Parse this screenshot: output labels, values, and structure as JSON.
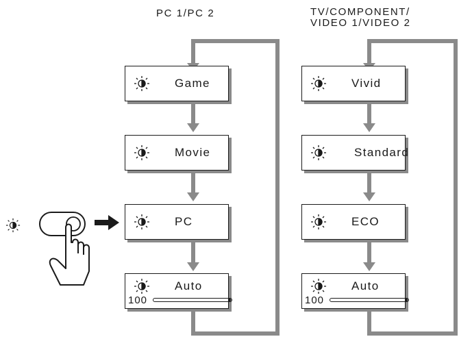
{
  "columns": [
    {
      "heading_lines": [
        "PC 1/PC 2"
      ],
      "modes": [
        "Game",
        "Movie",
        "PC",
        "Auto"
      ],
      "auto_value": "100",
      "auto_level_pct": 100
    },
    {
      "heading_lines": [
        "TV/COMPONENT/",
        "VIDEO 1/VIDEO 2"
      ],
      "modes": [
        "Vivid",
        "Standard",
        "ECO",
        "Auto"
      ],
      "auto_value": "100",
      "auto_level_pct": 100
    }
  ],
  "icons": {
    "button_side": "brightness-contrast-icon",
    "box_mode": "brightness-contrast-icon",
    "hand": "pointing-hand-icon",
    "arrow": "right-arrow-icon"
  },
  "colors": {
    "line": "#1a1a1a",
    "connector": "#8a8a8a",
    "shadow": "#8a8a8a",
    "background": "#ffffff"
  }
}
